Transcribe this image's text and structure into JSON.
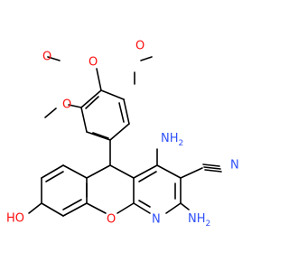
{
  "molecule": {
    "atom_labels": [
      {
        "id": "O_ome_top_left",
        "text": "O",
        "element": "O"
      },
      {
        "id": "O_ome_top_right",
        "text": "O",
        "element": "O"
      },
      {
        "id": "O_ome_left",
        "text": "O",
        "element": "O"
      },
      {
        "id": "NH2_top",
        "text": "NH",
        "sub": "2",
        "element": "N"
      },
      {
        "id": "N_nitrile",
        "text": "N",
        "element": "N"
      },
      {
        "id": "HO",
        "text": "HO",
        "element": "O"
      },
      {
        "id": "O_ring",
        "text": "O",
        "element": "O"
      },
      {
        "id": "N_ring",
        "text": "N",
        "element": "N"
      },
      {
        "id": "NH2_bottom",
        "text": "NH",
        "sub": "2",
        "element": "N"
      }
    ],
    "colors": {
      "carbon_bonds": "#000000",
      "oxygen": "#ff0d0d",
      "nitrogen": "#3050f8"
    }
  }
}
